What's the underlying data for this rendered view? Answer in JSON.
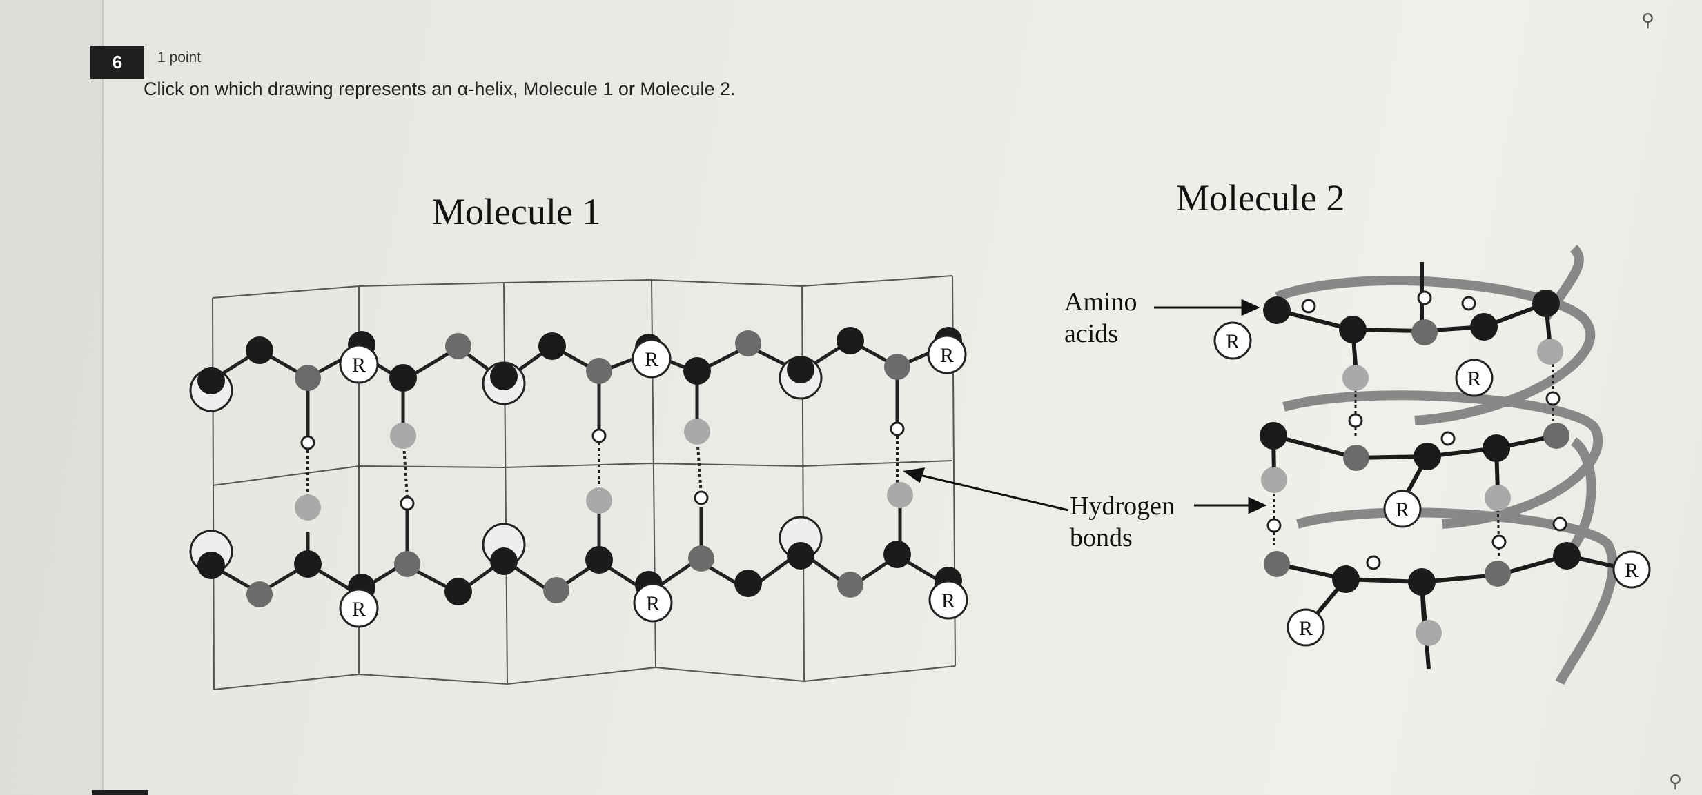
{
  "question": {
    "number": "6",
    "points": "1 point",
    "prompt": "Click on which drawing represents an α-helix, Molecule 1 or Molecule 2."
  },
  "molecule1": {
    "title": "Molecule 1",
    "r_label": "R"
  },
  "molecule2": {
    "title": "Molecule 2",
    "amino_label": [
      "Amino",
      "acids"
    ],
    "hbond_label": [
      "Hydrogen",
      "bonds"
    ],
    "r_label": "R"
  },
  "icons": [
    "pin-icon",
    "pin-icon-corner"
  ]
}
